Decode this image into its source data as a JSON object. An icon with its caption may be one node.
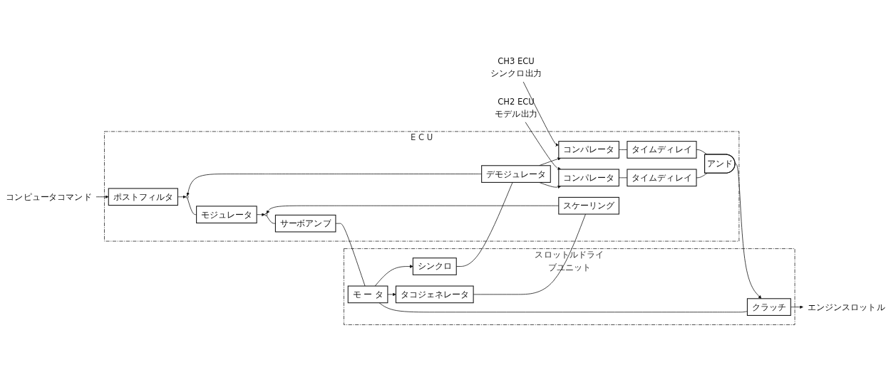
{
  "diagram": {
    "nodes": [
      {
        "text": [
          "E C U"
        ]
      },
      {
        "text": [
          "スロットルドライブユニット"
        ]
      },
      {
        "text": [
          "コンピュータコマンド"
        ]
      },
      {
        "text": [
          "ポストフィルタ"
        ],
        "in": 0
      },
      {
        "text": [],
        "shape": "circle",
        "in": 0
      },
      {
        "text": [
          "モジュレータ"
        ],
        "in": 0
      },
      {
        "text": [],
        "shape": "circle",
        "in": 0
      },
      {
        "text": [
          "サーボアンプ"
        ],
        "in": 0
      },
      {
        "text": [
          "スケーリング"
        ],
        "in": 0
      },
      {
        "text": [
          "デモジュレータ"
        ],
        "in": 0
      },
      {
        "text": [
          "CH2 ECU",
          "モデル出力"
        ]
      },
      {
        "text": [
          "CH3 ECU",
          "シンクロ出力"
        ]
      },
      {
        "text": [
          "コンパレータ"
        ],
        "in": 0
      },
      {
        "text": [
          "タイムディレイ"
        ],
        "in": 0
      },
      {
        "text": [
          "コンパレータ"
        ],
        "in": 0
      },
      {
        "text": [
          "タイムディレイ"
        ],
        "in": 0
      },
      {
        "text": [
          "アンド"
        ],
        "in": 0
      },
      {
        "text": [
          "モ ー タ"
        ],
        "in": 1
      },
      {
        "text": [
          "クラッチ"
        ],
        "in": 1
      },
      {
        "text": [
          "タコジェネレータ"
        ],
        "in": 1
      },
      {
        "text": [
          "シンクロ"
        ],
        "in": 1
      },
      {
        "text": [
          "エンジンスロットル"
        ]
      }
    ],
    "edges": [
      {
        "from": 2,
        "to": 3,
        "arrow": "to"
      },
      {
        "from": 3,
        "to": 4,
        "arrow": "to"
      },
      {
        "from": 4,
        "to": 5,
        "arrow": "none"
      },
      {
        "from": 5,
        "to": 6,
        "arrow": "to"
      },
      {
        "from": 6,
        "to": 7,
        "arrow": "none"
      },
      {
        "from": 7,
        "to": 17,
        "arrow": "none"
      },
      {
        "from": 17,
        "to": 18,
        "arrow": "none"
      },
      {
        "from": 18,
        "to": 21,
        "arrow": "to"
      },
      {
        "from": 17,
        "to": 19,
        "arrow": "to"
      },
      {
        "from": 17,
        "to": 20,
        "arrow": "to"
      },
      {
        "from": 19,
        "to": 8,
        "arrow": "none"
      },
      {
        "from": 8,
        "to": 6,
        "arrow": "to"
      },
      {
        "from": 20,
        "to": 9,
        "arrow": "none"
      },
      {
        "from": 9,
        "to": 4,
        "arrow": "to"
      },
      {
        "from": 9,
        "to": 12,
        "arrow": "to"
      },
      {
        "from": 9,
        "to": 14,
        "arrow": "to"
      },
      {
        "from": 10,
        "to": 12,
        "arrow": "to"
      },
      {
        "from": 11,
        "to": 14,
        "arrow": "to"
      },
      {
        "from": 12,
        "to": 13,
        "arrow": "none"
      },
      {
        "from": 14,
        "to": 15,
        "arrow": "none"
      },
      {
        "from": 13,
        "to": 16,
        "arrow": "none"
      },
      {
        "from": 15,
        "to": 16,
        "arrow": "none"
      },
      {
        "from": 16,
        "to": 18,
        "arrow": "to"
      }
    ]
  }
}
